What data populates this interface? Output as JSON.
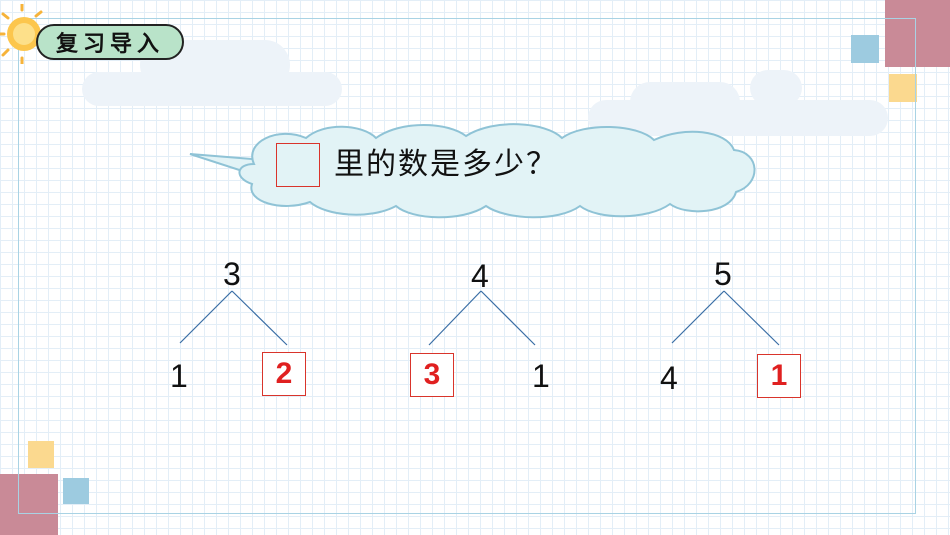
{
  "header": {
    "title": "复习导入"
  },
  "question": {
    "text": "里的数是多少？"
  },
  "trees": [
    {
      "total": "3",
      "left": "1",
      "right": "2",
      "answer_side": "right"
    },
    {
      "total": "4",
      "left": "3",
      "right": "1",
      "answer_side": "left"
    },
    {
      "total": "5",
      "left": "4",
      "right": "1",
      "answer_side": "right"
    }
  ],
  "colors": {
    "answer": "#e02020",
    "box_border": "#d9342b",
    "line": "#3a6ea5",
    "banner": "#b9e3c9"
  }
}
